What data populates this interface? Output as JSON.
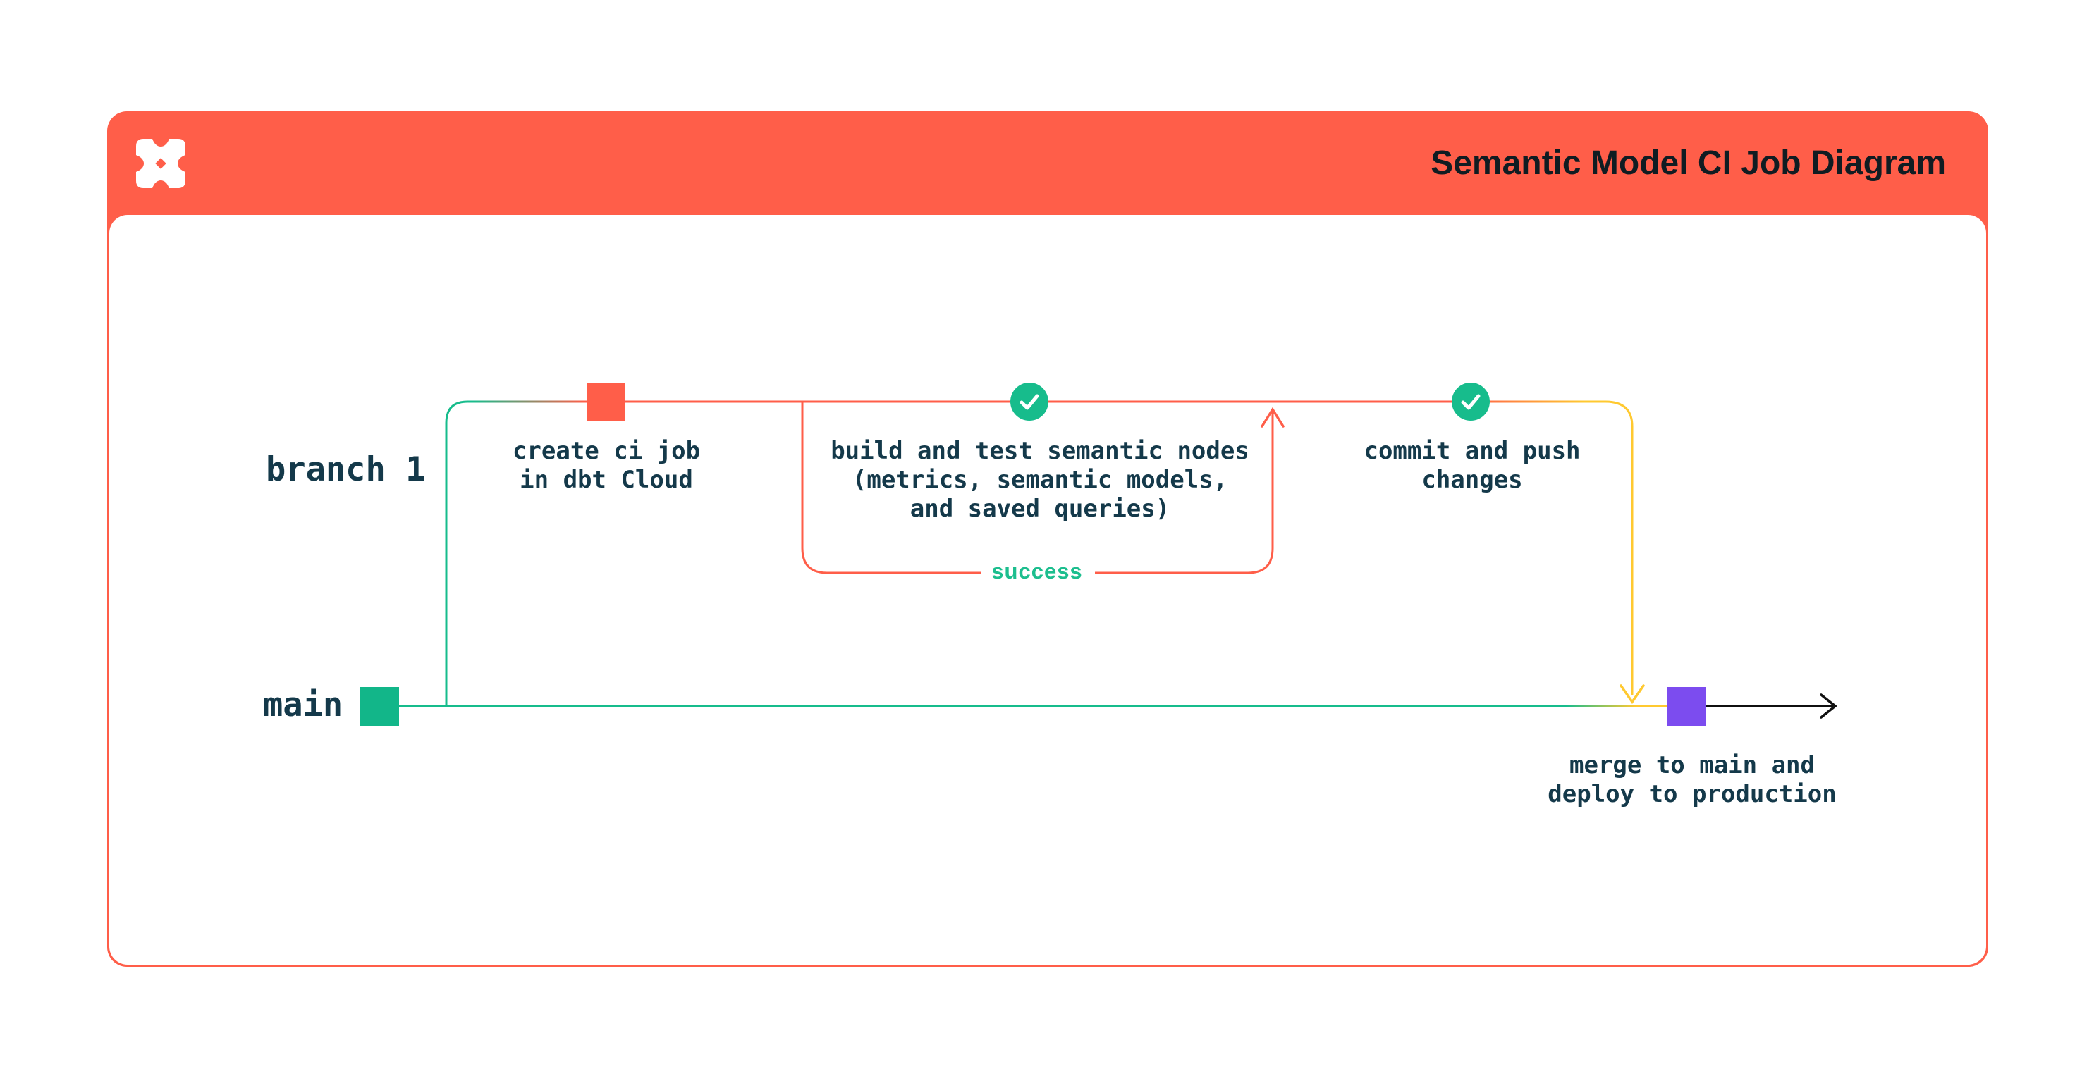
{
  "header": {
    "title": "Semantic Model CI Job Diagram",
    "logo": "dbt-logo"
  },
  "branches": {
    "branch1_label": "branch 1",
    "main_label": "main"
  },
  "nodes": {
    "create_ci_job": {
      "marker": "orange-square-commit",
      "lines": [
        "create ci job",
        "in dbt Cloud"
      ]
    },
    "build_test": {
      "marker": "check-circle",
      "lines": [
        "build and test semantic nodes",
        "(metrics, semantic models,",
        "and saved queries)"
      ]
    },
    "commit_push": {
      "marker": "check-circle",
      "lines": [
        "commit and push",
        "changes"
      ]
    },
    "merge_deploy": {
      "marker": "purple-square-commit",
      "lines": [
        "merge to main and",
        "deploy to production"
      ]
    }
  },
  "labels": {
    "success": "success"
  },
  "colors": {
    "orange": "#FF5E49",
    "green": "#17BC8C",
    "yellow": "#FFC930",
    "purple": "#7C4CEF",
    "ink": "#14394A",
    "title_ink": "#101c22"
  }
}
